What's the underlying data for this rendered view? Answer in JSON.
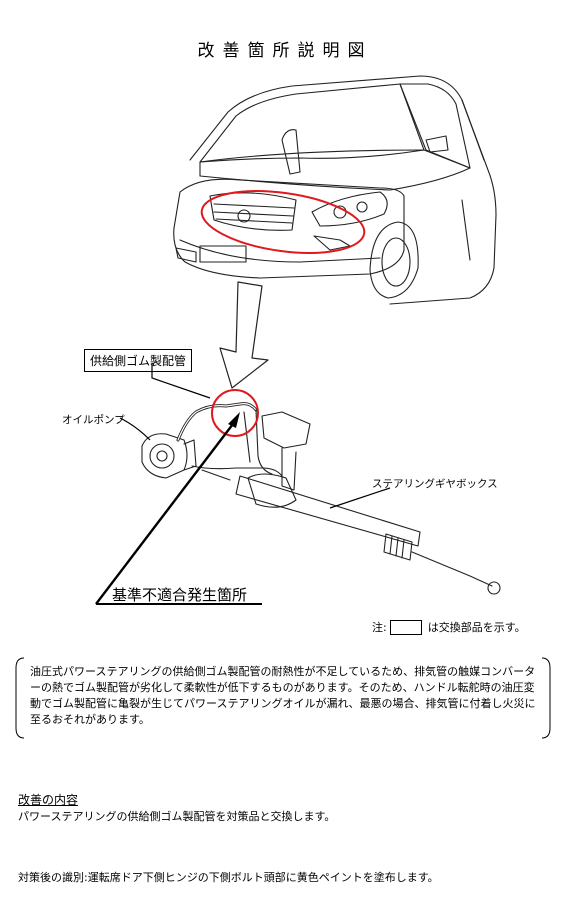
{
  "title": "改善箇所説明図",
  "labels": {
    "supply_hose": "供給側ゴム製配管",
    "oil_pump": "オイルポンプ",
    "gearbox": "ステアリングギヤボックス",
    "defect_location": "基準不適合発生箇所"
  },
  "note": {
    "prefix": "注:",
    "suffix": "は交換部品を示す。"
  },
  "description": "油圧式パワーステアリングの供給側ゴム製配管の耐熱性が不足しているため、排気管の触媒コンバーターの熱でゴム製配管が劣化して柔軟性が低下するものがあります。そのため、ハンドル転舵時の油圧変動でゴム製配管に亀裂が生じてパワーステアリングオイルが漏れ、最悪の場合、排気管に付着し火災に至るおそれがあります。",
  "improvement": {
    "heading": "改善の内容",
    "body": "パワーステアリングの供給側ゴム製配管を対策品と交換します。"
  },
  "identification": "対策後の識別:運転席ドア下側ヒンジの下側ボルト頭部に黄色ペイントを塗布します。",
  "colors": {
    "highlight": "#e0191e",
    "line": "#000000"
  }
}
